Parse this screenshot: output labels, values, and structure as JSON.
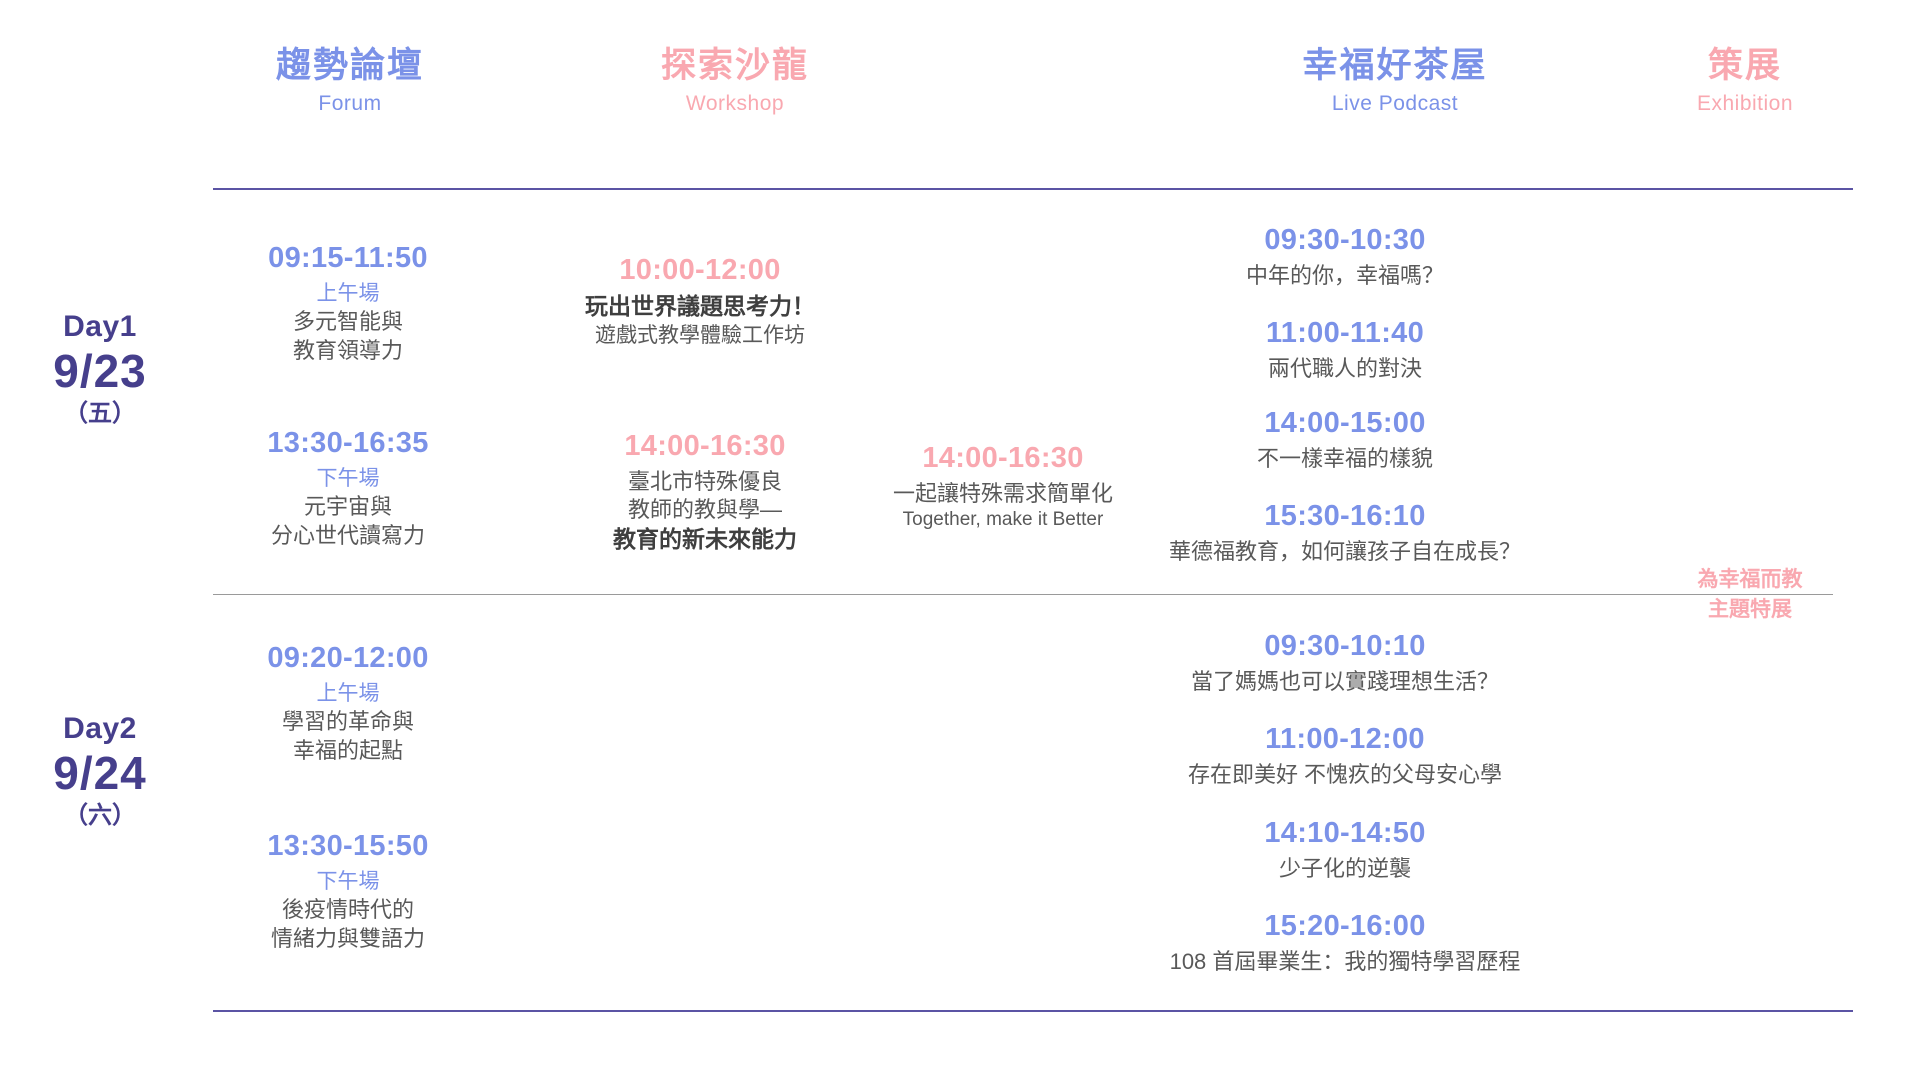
{
  "columns": [
    {
      "ch": "趨勢論壇",
      "en": "Forum",
      "accent": "#7b92e8"
    },
    {
      "ch": "探索沙龍",
      "en": "Workshop",
      "accent": "#f9a8b0"
    },
    {
      "ch": "幸福好茶屋",
      "en": "Live Podcast",
      "accent": "#7b92e8"
    },
    {
      "ch": "策展",
      "en": "Exhibition",
      "accent": "#f9a8b0"
    }
  ],
  "days": [
    {
      "name": "Day1",
      "date": "9/23",
      "weekday": "（五）"
    },
    {
      "name": "Day2",
      "date": "9/24",
      "weekday": "（六）"
    }
  ],
  "sessions": {
    "d1_forum_am": {
      "time": "09:15-11:50",
      "sub": "上午場",
      "l1": "多元智能與",
      "l2": "教育領導力"
    },
    "d1_forum_pm": {
      "time": "13:30-16:35",
      "sub": "下午場",
      "l1": "元宇宙與",
      "l2": "分心世代讀寫力"
    },
    "d1_ws_am": {
      "time": "10:00-12:00",
      "l1": "玩出世界議題思考力！",
      "l2": "遊戲式教學體驗工作坊"
    },
    "d1_ws_pm": {
      "time": "14:00-16:30",
      "l1": "臺北市特殊優良",
      "l2": "教師的教與學—",
      "l3": "教育的新未來能力"
    },
    "d1_mid_pm": {
      "time": "14:00-16:30",
      "l1": "一起讓特殊需求簡單化",
      "l2": "Together, make it Better"
    },
    "d1_pod_1": {
      "time": "09:30-10:30",
      "l1": "中年的你，幸福嗎？"
    },
    "d1_pod_2": {
      "time": "11:00-11:40",
      "l1": "兩代職人的對決"
    },
    "d1_pod_3": {
      "time": "14:00-15:00",
      "l1": "不一樣幸福的樣貌"
    },
    "d1_pod_4": {
      "time": "15:30-16:10",
      "l1": "華德福教育，如何讓孩子自在成長？"
    },
    "d2_forum_am": {
      "time": "09:20-12:00",
      "sub": "上午場",
      "l1": "學習的革命與",
      "l2": "幸福的起點"
    },
    "d2_forum_pm": {
      "time": "13:30-15:50",
      "sub": "下午場",
      "l1": "後疫情時代的",
      "l2": "情緒力與雙語力"
    },
    "d2_pod_1": {
      "time": "09:30-10:10",
      "l1": "當了媽媽也可以實踐理想生活？"
    },
    "d2_pod_2": {
      "time": "11:00-12:00",
      "l1": "存在即美好  不愧疚的父母安心學"
    },
    "d2_pod_3": {
      "time": "14:10-14:50",
      "l1": "少子化的逆襲"
    },
    "d2_pod_4": {
      "time": "15:20-16:00",
      "l1": "108 首屆畢業生：我的獨特學習歷程"
    }
  },
  "exhibition_note": {
    "l1": "為幸福而教",
    "l2": "主題特展"
  },
  "colors": {
    "blue_head": "#7b92e8",
    "pink_head": "#f9a8b0",
    "day_purple": "#463f8c",
    "rule_purple": "#5b54a4",
    "body_gray": "#595959"
  }
}
